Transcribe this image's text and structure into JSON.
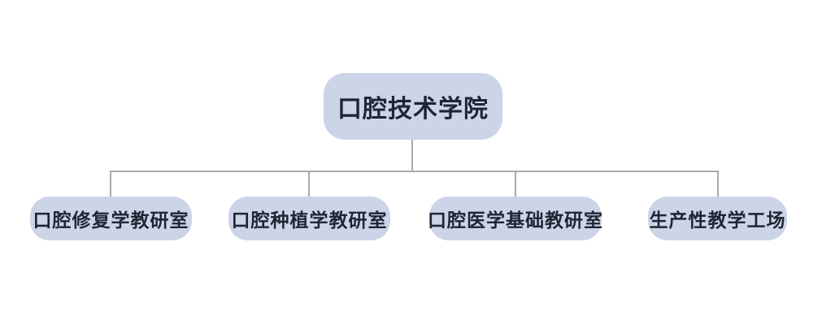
{
  "org_chart": {
    "type": "tree",
    "root": {
      "label": "口腔技术学院"
    },
    "children": [
      {
        "label": "口腔修复学教研室"
      },
      {
        "label": "口腔种植学教研室"
      },
      {
        "label": "口腔医学基础教研室"
      },
      {
        "label": "生产性教学工场"
      }
    ]
  },
  "colors": {
    "node_fill": "#ccd4e7",
    "node_text": "#1f2533",
    "connector": "#aaaaaa",
    "background": "#ffffff"
  }
}
